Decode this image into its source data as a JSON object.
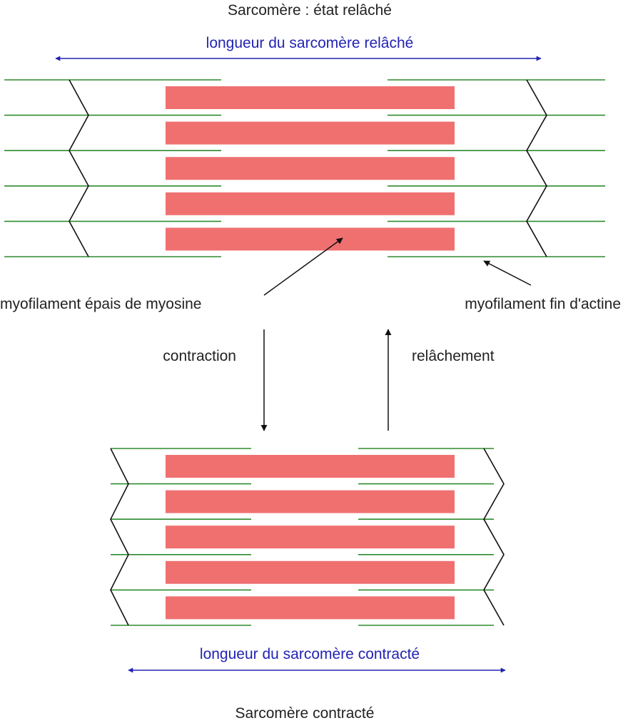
{
  "labels": {
    "title_relaxed": "Sarcomère : état relâché",
    "length_relaxed": "longueur du sarcomère relâché",
    "myosin": "myofilament épais de myosine",
    "actin": "myofilament fin d'actine",
    "contraction": "contraction",
    "relaxation": "relâchement",
    "length_contracted": "longueur du sarcomère contracté",
    "title_contracted": "Sarcomère contracté"
  },
  "colors": {
    "thin_filament": "#2e8b2e",
    "thick_filament": "#f07070",
    "z_line": "#111111",
    "length_arrow": "#2323b4",
    "text": "#222222"
  },
  "sarcomeres": [
    {
      "state": "relaxed",
      "thick_filament_count": 5,
      "thin_filament_count": 6
    },
    {
      "state": "contracted",
      "thick_filament_count": 5,
      "thin_filament_count": 6
    }
  ]
}
